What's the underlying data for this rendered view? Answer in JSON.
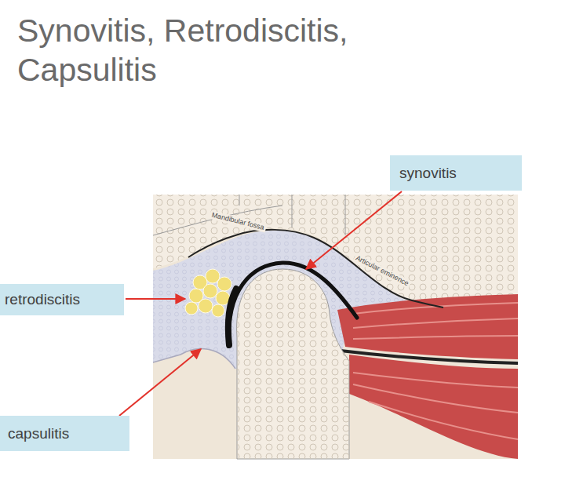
{
  "diagram": {
    "title": "Synovitis, Retrodiscitis, Capsulitis",
    "nodes": [
      {
        "text": [
          "synovitis"
        ]
      },
      {
        "text": [
          "retrodiscitis"
        ]
      },
      {
        "text": [
          "capsulitis"
        ]
      }
    ],
    "labels": [
      "Mandibular fossa",
      "Articular eminence"
    ]
  }
}
